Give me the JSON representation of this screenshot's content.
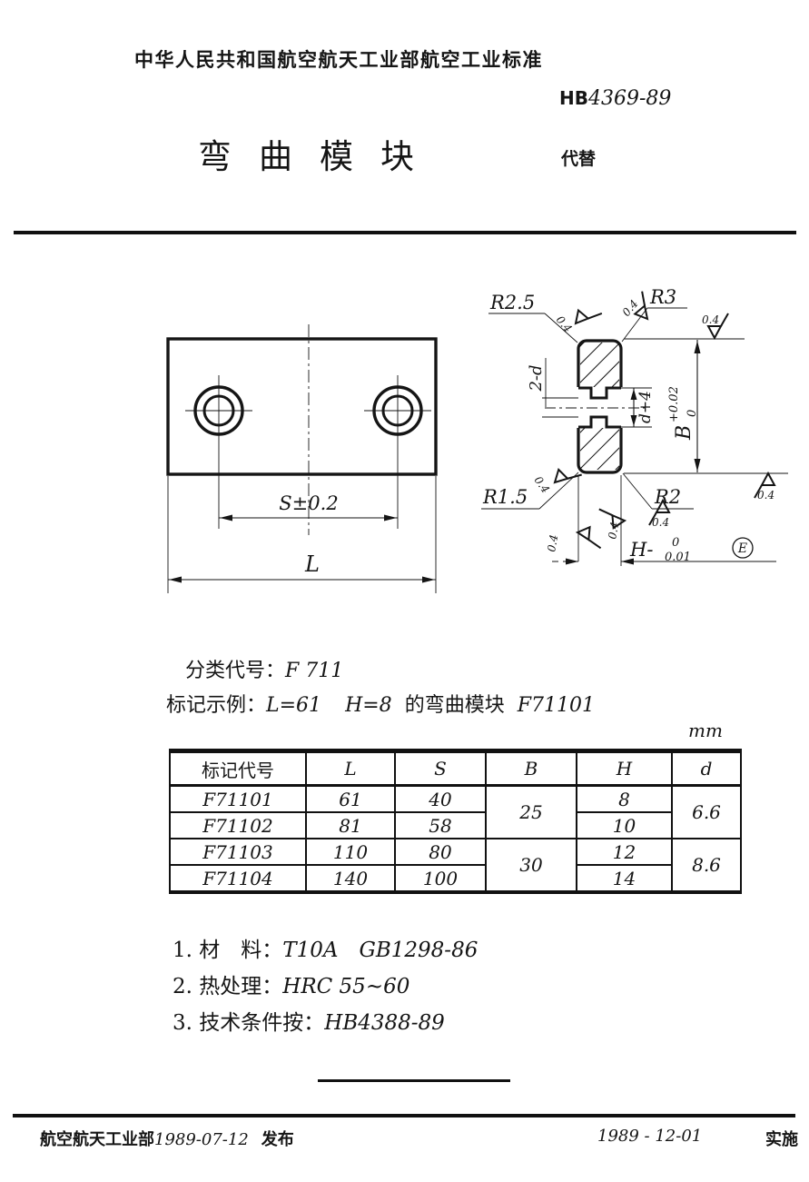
{
  "header": {
    "org_line": "中华人民共和国航空航天工业部航空工业标准",
    "std_prefix": "HB",
    "std_number": "4369-89",
    "title": "弯曲模块",
    "replaces_label": "代替"
  },
  "drawing": {
    "left_view": {
      "dim_s": "S±0.2",
      "dim_l": "L"
    },
    "section_view": {
      "radius_top_left": "R2.5",
      "radius_top_right": "R3",
      "radius_bottom_left": "R1.5",
      "radius_bottom_right": "R2",
      "holes_label": "2-d",
      "counterbore_dim": "d+4",
      "width_letter": "B",
      "width_tol_upper": "+0.02",
      "width_tol_lower": "0",
      "height_letter": "H-",
      "height_tol_upper": "0",
      "height_tol_lower": "0.01",
      "envelope_symbol": "E",
      "roughness_value": "0.4"
    }
  },
  "classification": {
    "class_label": "分类代号：",
    "class_value": "F 711",
    "example_label": "标记示例：",
    "example_dim1": "L=61",
    "example_dim2": "H=8",
    "example_text": "的弯曲模块",
    "example_code": "F71101",
    "unit": "mm"
  },
  "table": {
    "headers": [
      "标记代号",
      "L",
      "S",
      "B",
      "H",
      "d"
    ],
    "rows": [
      {
        "code": "F71101",
        "l": "61",
        "s": "40",
        "h": "8"
      },
      {
        "code": "F71102",
        "l": "81",
        "s": "58",
        "h": "10"
      },
      {
        "code": "F71103",
        "l": "110",
        "s": "80",
        "h": "12"
      },
      {
        "code": "F71104",
        "l": "140",
        "s": "100",
        "h": "14"
      }
    ],
    "b_merged": [
      "25",
      "30"
    ],
    "d_merged": [
      "6.6",
      "8.6"
    ]
  },
  "notes": {
    "n1_label": "1. 材　料：",
    "n1_value": "T10A　GB1298-86",
    "n2_label": "2. 热处理：",
    "n2_value": "HRC 55~60",
    "n3_label": "3. 技术条件按：",
    "n3_value": "HB4388-89"
  },
  "footer": {
    "issue_org": "航空航天工业部",
    "issue_date": "1989-07-12",
    "issue_label": "发布",
    "impl_date": "1989 - 12-01",
    "impl_label": "实施"
  }
}
